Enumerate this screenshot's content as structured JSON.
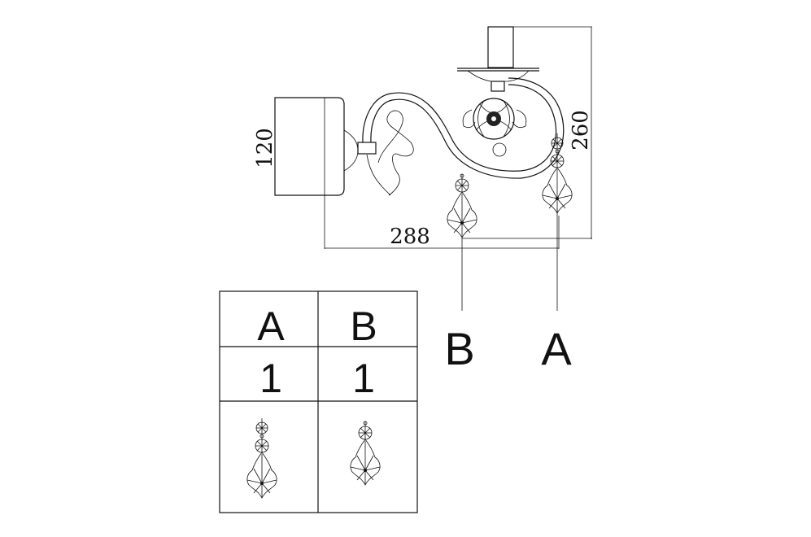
{
  "dimensions": {
    "height": "120",
    "overall_height": "260",
    "projection": "288"
  },
  "callouts": {
    "left": "B",
    "right": "A"
  },
  "table": {
    "headers": [
      "A",
      "B"
    ],
    "quantities": [
      "1",
      "1"
    ],
    "images": [
      "crystal-pendant-a",
      "crystal-pendant-b"
    ]
  }
}
